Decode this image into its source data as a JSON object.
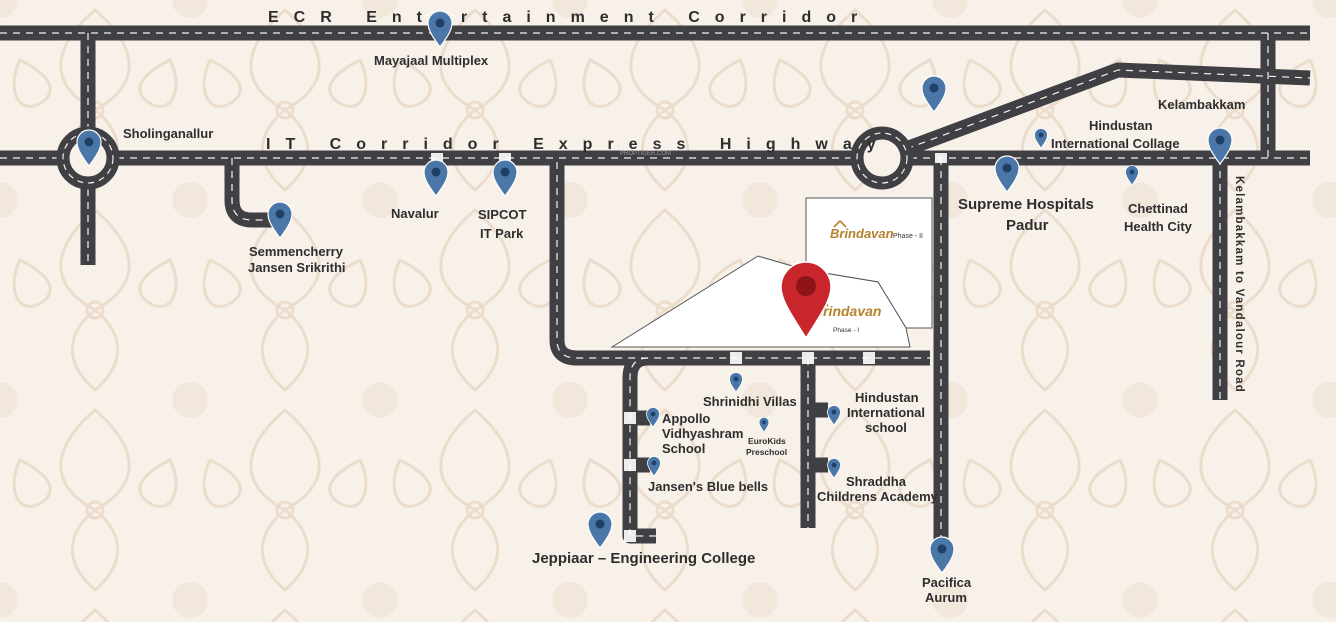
{
  "roads": {
    "ecr": "ECR Entertainment Corridor",
    "omr": "IT Corridor Express Highway",
    "kelambakkam_road": "Kelambakkam to Vandalour Road"
  },
  "watermark": "PROPTIGER.COM",
  "project": {
    "phase1_name": "Brindavan",
    "phase1_tag": "Phase - I",
    "phase2_name": "Brindavan",
    "phase2_tag": "Phase - II"
  },
  "landmarks": {
    "mayajaal": "Mayajaal Multiplex",
    "sholinganallur": "Sholinganallur",
    "semmencherry_1": "Semmencherry",
    "semmencherry_2": "Jansen Srikrithi",
    "navalur": "Navalur",
    "sipcot_1": "SIPCOT",
    "sipcot_2": "IT Park",
    "kelambakkam": "Kelambakkam",
    "hindustan_college_1": "Hindustan",
    "hindustan_college_2": "International Collage",
    "supreme_1": "Supreme Hospitals",
    "supreme_2": "Padur",
    "chettinad_1": "Chettinad",
    "chettinad_2": "Health City",
    "shrinidhi": "Shrinidhi Villas",
    "appollo_1": "Appollo",
    "appollo_2": "Vidhyashram",
    "appollo_3": "School",
    "eurokids_1": "EuroKids",
    "eurokids_2": "Preschool",
    "jansen_bells": "Jansen's Blue bells",
    "hindustan_school_1": "Hindustan",
    "hindustan_school_2": "International",
    "hindustan_school_3": "school",
    "shraddha_1": "Shraddha",
    "shraddha_2": "Childrens Academy",
    "jeppiaar": "Jeppiaar – Engineering College",
    "pacifica_1": "Pacifica",
    "pacifica_2": "Aurum"
  },
  "colors": {
    "background": "#f7f1ea",
    "road": "#4a4a4e",
    "road_edge": "#eeeeee",
    "pin_blue": "#4a76a8",
    "pin_red": "#c9252c",
    "brand_gold": "#b5822a"
  }
}
